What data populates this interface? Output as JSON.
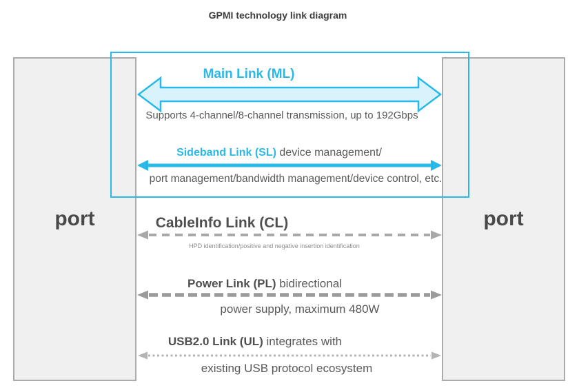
{
  "title": "GPMI technology link diagram",
  "ports": {
    "left": "port",
    "right": "port"
  },
  "links": {
    "main": {
      "label": "Main Link (ML)",
      "description": "Supports 4-channel/8-channel transmission, up to 192Gbps"
    },
    "sideband": {
      "label": "Sideband Link (SL)",
      "inline": " device management/",
      "below": "port management/bandwidth management/device control, etc."
    },
    "cableinfo": {
      "label": "CableInfo Link (CL)",
      "below": "HPD identification/positive and negative insertion identification"
    },
    "power": {
      "label": "Power Link (PL)",
      "inline": " bidirectional",
      "below": "power supply, maximum 480W"
    },
    "usb": {
      "label": "USB2.0 Link (UL)",
      "inline": " integrates with",
      "below": "existing USB protocol ecosystem"
    }
  },
  "colors": {
    "accent": "#29b9e8",
    "arrowFill": "#d9f3fc",
    "cableArrow": "#a8a8a8",
    "powerArrow": "#9b9b9b",
    "usbArrow": "#b5b5b5",
    "textDark": "#4a4a4a",
    "textGray": "#595959",
    "boxFill": "#f0f0f0",
    "boxBorder": "#ababab"
  }
}
